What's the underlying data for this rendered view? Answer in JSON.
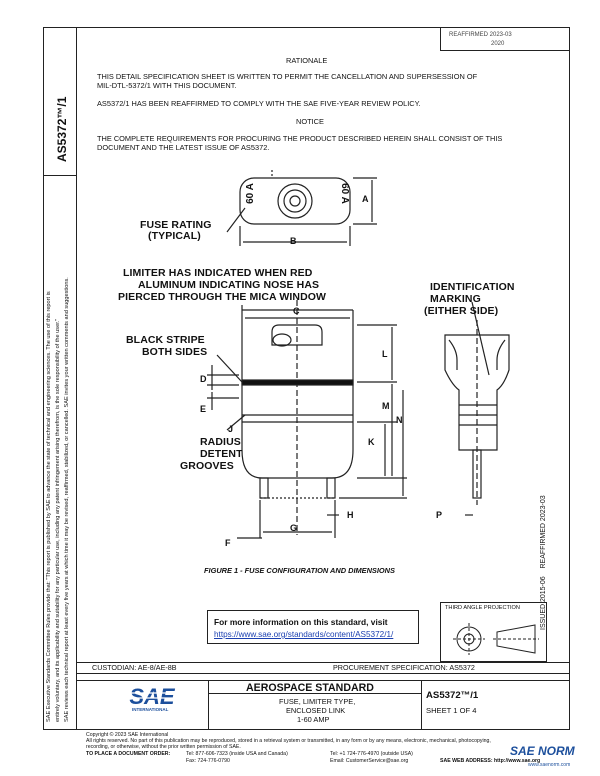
{
  "header": {
    "reaffirmed_line1": "REAFFIRMED 2023-03",
    "reaffirmed_line2": "2020"
  },
  "rationale": {
    "title": "RATIONALE",
    "para1_line1": "THIS DETAIL SPECIFICATION SHEET IS WRITTEN TO PERMIT THE CANCELLATION AND SUPERSESSION OF",
    "para1_line2": "MIL-DTL-5372/1 WITH THIS DOCUMENT.",
    "para2": "AS5372/1 HAS BEEN REAFFIRMED TO COMPLY WITH THE SAE FIVE-YEAR REVIEW POLICY."
  },
  "notice": {
    "title": "NOTICE",
    "line1": "THE COMPLETE REQUIREMENTS FOR PROCURING THE PRODUCT DESCRIBED HEREIN SHALL CONSIST OF THIS",
    "line2": "DOCUMENT AND THE LATEST ISSUE OF AS5372."
  },
  "sidebar": {
    "doc_id": "AS5372™/1",
    "disclaimer_line1": "SAE Executive Standards Committee Rules provide that: \"This report is published by SAE to advance the state of technical and engineering sciences. The use of this report is",
    "disclaimer_line2": "entirely voluntary, and its applicability and suitability for any particular use, including any patent infringement arising therefrom, is the sole responsibility of the user.\"",
    "disclaimer_line3": "SAE reviews each technical report at least every five years at which time it may be revised, reaffirmed, stabilized, or cancelled. SAE invites your written comments and suggestions."
  },
  "right_margin": {
    "issued": "ISSUED 2015-06",
    "reaffirmed": "REAFFIRMED 2023-03"
  },
  "figure": {
    "fuse_face_left": "60 A",
    "fuse_face_right": "60 A",
    "fuse_rating_label_1": "FUSE RATING",
    "fuse_rating_label_2": "(TYPICAL)",
    "limiter_note_1": "LIMITER HAS INDICATED WHEN RED",
    "limiter_note_2": "ALUMINUM INDICATING NOSE HAS",
    "limiter_note_3": "PIERCED THROUGH THE MICA WINDOW",
    "identification_1": "IDENTIFICATION",
    "identification_2": "MARKING",
    "identification_3": "(EITHER SIDE)",
    "black_stripe_1": "BLACK STRIPE",
    "black_stripe_2": "BOTH SIDES",
    "radius_1": "RADIUS",
    "radius_2": "DETENT",
    "radius_3": "GROOVES",
    "dims": {
      "A": "A",
      "B": "B",
      "C": "C",
      "D": "D",
      "E": "E",
      "F": "F",
      "G": "G",
      "H": "H",
      "J": "J",
      "K": "K",
      "L": "L",
      "M": "M",
      "N": "N",
      "P": "P"
    },
    "caption": "FIGURE 1 - FUSE CONFIGURATION AND DIMENSIONS"
  },
  "info_box": {
    "line1": "For more information on this standard, visit",
    "link": "https://www.sae.org/standards/content/AS5372/1/"
  },
  "projection": {
    "label": "THIRD ANGLE PROJECTION"
  },
  "title_block": {
    "custodian": "CUSTODIAN: AE-8/AE-8B",
    "procurement": "PROCUREMENT SPECIFICATION: AS5372",
    "aerospace": "AEROSPACE STANDARD",
    "desc1": "FUSE, LIMITER TYPE,",
    "desc2": "ENCLOSED LINK",
    "desc3": "1-60 AMP",
    "doc_number": "AS5372™/1",
    "sheet": "SHEET 1 OF 4",
    "logo": "SAE",
    "logo_sub": "INTERNATIONAL"
  },
  "footer": {
    "copyright": "Copyright © 2023 SAE International",
    "rights": "All rights reserved. No part of this publication may be reproduced, stored in a retrieval system or transmitted, in any form or by any means, electronic, mechanical, photocopying,",
    "rights2": "recording, or otherwise, without the prior written permission of SAE.",
    "order_label": "TO PLACE A DOCUMENT ORDER:",
    "tel": "Tel:  877-606-7323 (inside USA and Canada)",
    "fax": "Fax:  724-776-0790",
    "tel2": "Tel:  +1 724-776-4970 (outside USA)",
    "email": "Email: CustomerService@sae.org",
    "web": "SAE WEB ADDRESS:  http://www.sae.org"
  },
  "watermark": {
    "text": "SAE NORM",
    "url": "www.saenorm.com"
  }
}
